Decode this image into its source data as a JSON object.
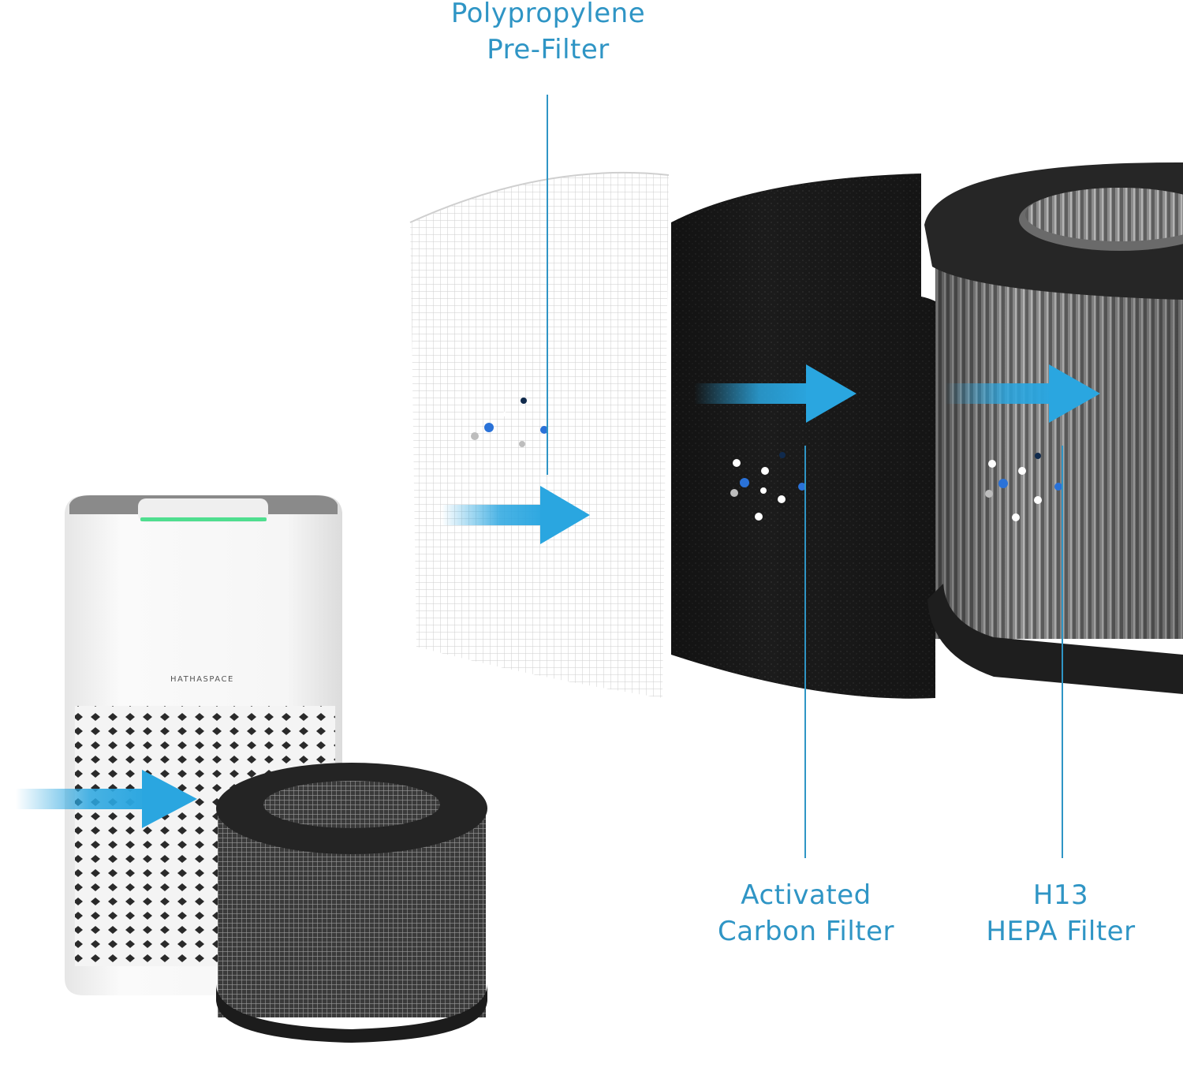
{
  "labels": {
    "prefilter": {
      "line1": "Polypropylene",
      "line2": "Pre-Filter"
    },
    "carbon": {
      "line1": "Activated",
      "line2": "Carbon Filter"
    },
    "hepa": {
      "line1": "H13",
      "line2": "HEPA Filter"
    }
  },
  "brand": "HATHASPACE",
  "colors": {
    "accent": "#2f95c5",
    "arrow": "#2aa6e0",
    "carbon": "#1b1b1b",
    "hepa": "#7a7a7a",
    "purifier": "#f4f4f4",
    "indicator": "#3ddc84"
  }
}
